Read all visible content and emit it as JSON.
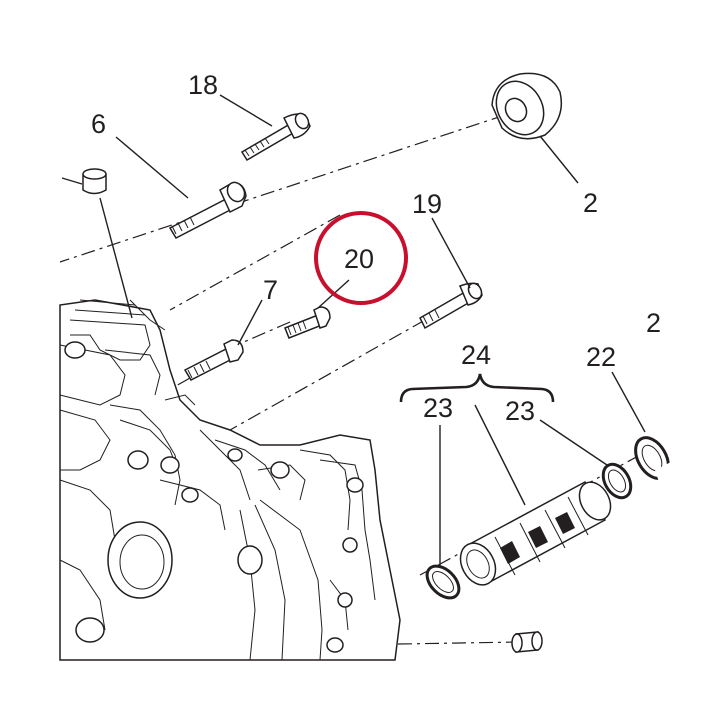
{
  "callouts": {
    "c18": "18",
    "c6": "6",
    "c2_top": "2",
    "c19": "19",
    "c20": "20",
    "c7": "7",
    "c2_right": "2",
    "c24": "24",
    "c22": "22",
    "c23_left": "23",
    "c23_right": "23"
  },
  "highlight": {
    "target": "20",
    "color": "#c8102e"
  }
}
